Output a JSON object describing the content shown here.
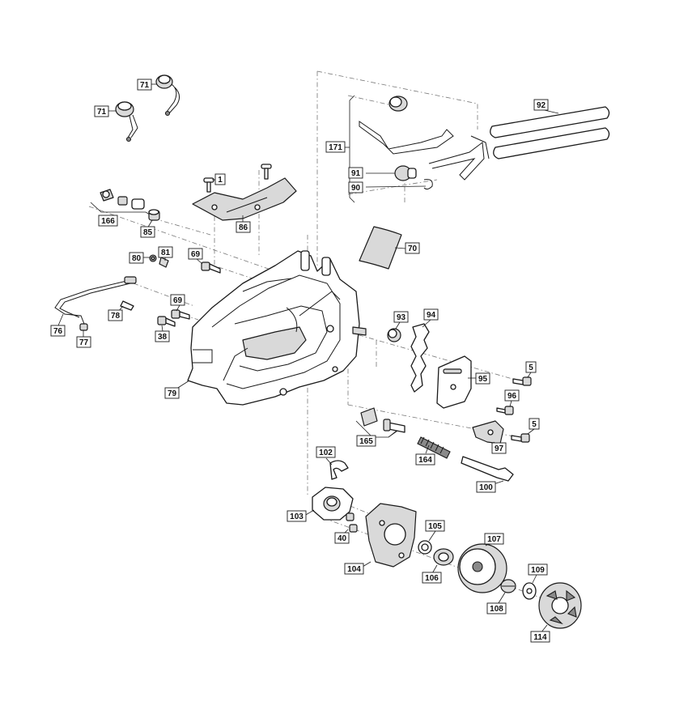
{
  "diagram": {
    "labels": [
      {
        "id": "l71a",
        "text": "71"
      },
      {
        "id": "l71b",
        "text": "71"
      },
      {
        "id": "l1",
        "text": "1"
      },
      {
        "id": "l86",
        "text": "86"
      },
      {
        "id": "l166",
        "text": "166"
      },
      {
        "id": "l85",
        "text": "85"
      },
      {
        "id": "l80",
        "text": "80"
      },
      {
        "id": "l81",
        "text": "81"
      },
      {
        "id": "l69a",
        "text": "69"
      },
      {
        "id": "l69b",
        "text": "69"
      },
      {
        "id": "l38",
        "text": "38"
      },
      {
        "id": "l78",
        "text": "78"
      },
      {
        "id": "l76",
        "text": "76"
      },
      {
        "id": "l77",
        "text": "77"
      },
      {
        "id": "l79",
        "text": "79"
      },
      {
        "id": "l92",
        "text": "92"
      },
      {
        "id": "l171",
        "text": "171"
      },
      {
        "id": "l91",
        "text": "91"
      },
      {
        "id": "l90",
        "text": "90"
      },
      {
        "id": "l70",
        "text": "70"
      },
      {
        "id": "l93",
        "text": "93"
      },
      {
        "id": "l94",
        "text": "94"
      },
      {
        "id": "l95",
        "text": "95"
      },
      {
        "id": "l5a",
        "text": "5"
      },
      {
        "id": "l96",
        "text": "96"
      },
      {
        "id": "l5b",
        "text": "5"
      },
      {
        "id": "l97",
        "text": "97"
      },
      {
        "id": "l165",
        "text": "165"
      },
      {
        "id": "l164",
        "text": "164"
      },
      {
        "id": "l100",
        "text": "100"
      },
      {
        "id": "l102",
        "text": "102"
      },
      {
        "id": "l103",
        "text": "103"
      },
      {
        "id": "l40",
        "text": "40"
      },
      {
        "id": "l104",
        "text": "104"
      },
      {
        "id": "l105",
        "text": "105"
      },
      {
        "id": "l106",
        "text": "106"
      },
      {
        "id": "l107",
        "text": "107"
      },
      {
        "id": "l108",
        "text": "108"
      },
      {
        "id": "l109",
        "text": "109"
      },
      {
        "id": "l114",
        "text": "114"
      }
    ]
  }
}
